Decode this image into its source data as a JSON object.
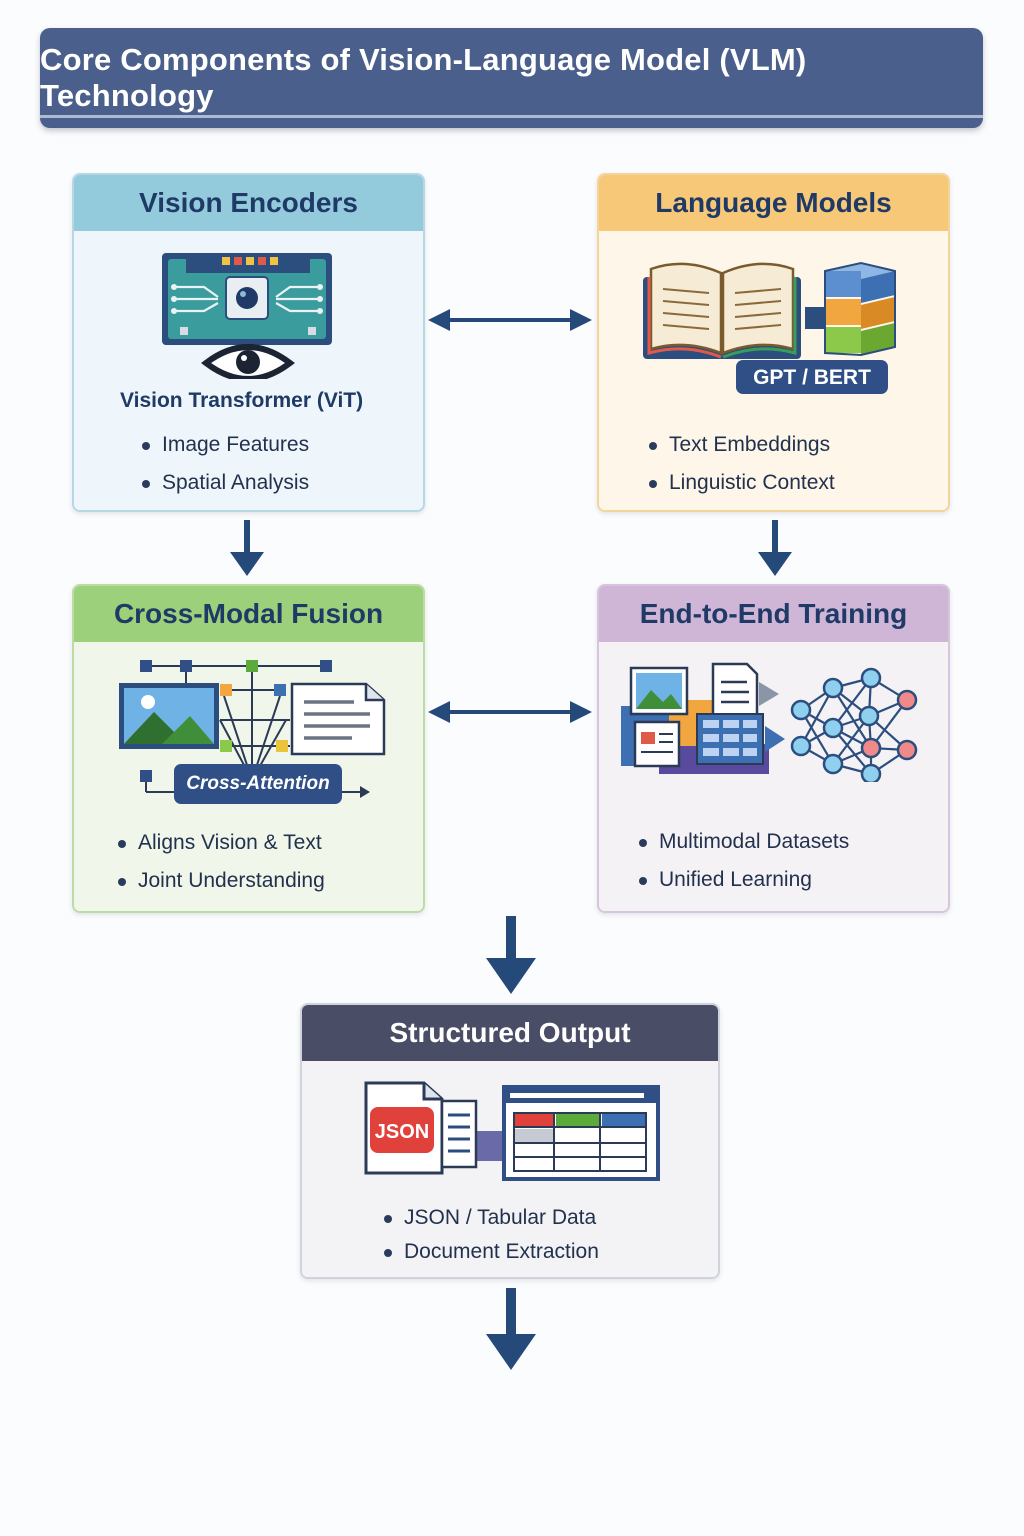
{
  "title": "Core Components of Vision-Language Model (VLM) Technology",
  "cards": {
    "vision": {
      "heading": "Vision Encoders",
      "subtitle": "Vision Transformer (ViT)",
      "bullets": [
        "Image Features",
        "Spatial Analysis"
      ],
      "icons": [
        "circuit-board-icon",
        "eye-icon"
      ]
    },
    "language": {
      "heading": "Language Models",
      "badge": "GPT / BERT",
      "bullets": [
        "Text Embeddings",
        "Linguistic Context"
      ],
      "icons": [
        "open-book-icon",
        "stacked-blocks-icon"
      ]
    },
    "fusion": {
      "heading": "Cross-Modal Fusion",
      "badge": "Cross-Attention",
      "bullets": [
        "Aligns Vision & Text",
        "Joint Understanding"
      ],
      "icons": [
        "landscape-image-icon",
        "document-icon",
        "node-grid-icon"
      ]
    },
    "training": {
      "heading": "End-to-End Training",
      "bullets": [
        "Multimodal Datasets",
        "Unified Learning"
      ],
      "icons": [
        "multimodal-files-icon",
        "neural-network-icon"
      ]
    },
    "output": {
      "heading": "Structured Output",
      "badge": "JSON",
      "bullets": [
        "JSON / Tabular Data",
        "Document Extraction"
      ],
      "icons": [
        "json-file-icon",
        "table-icon"
      ]
    }
  },
  "colors": {
    "banner": "#4a5f8b",
    "vision_header": "#94cbdc",
    "language_header": "#f7c878",
    "fusion_header": "#9dd07a",
    "training_header": "#cfb6d6",
    "output_header": "#4a4d66",
    "arrow": "#254a7a"
  }
}
